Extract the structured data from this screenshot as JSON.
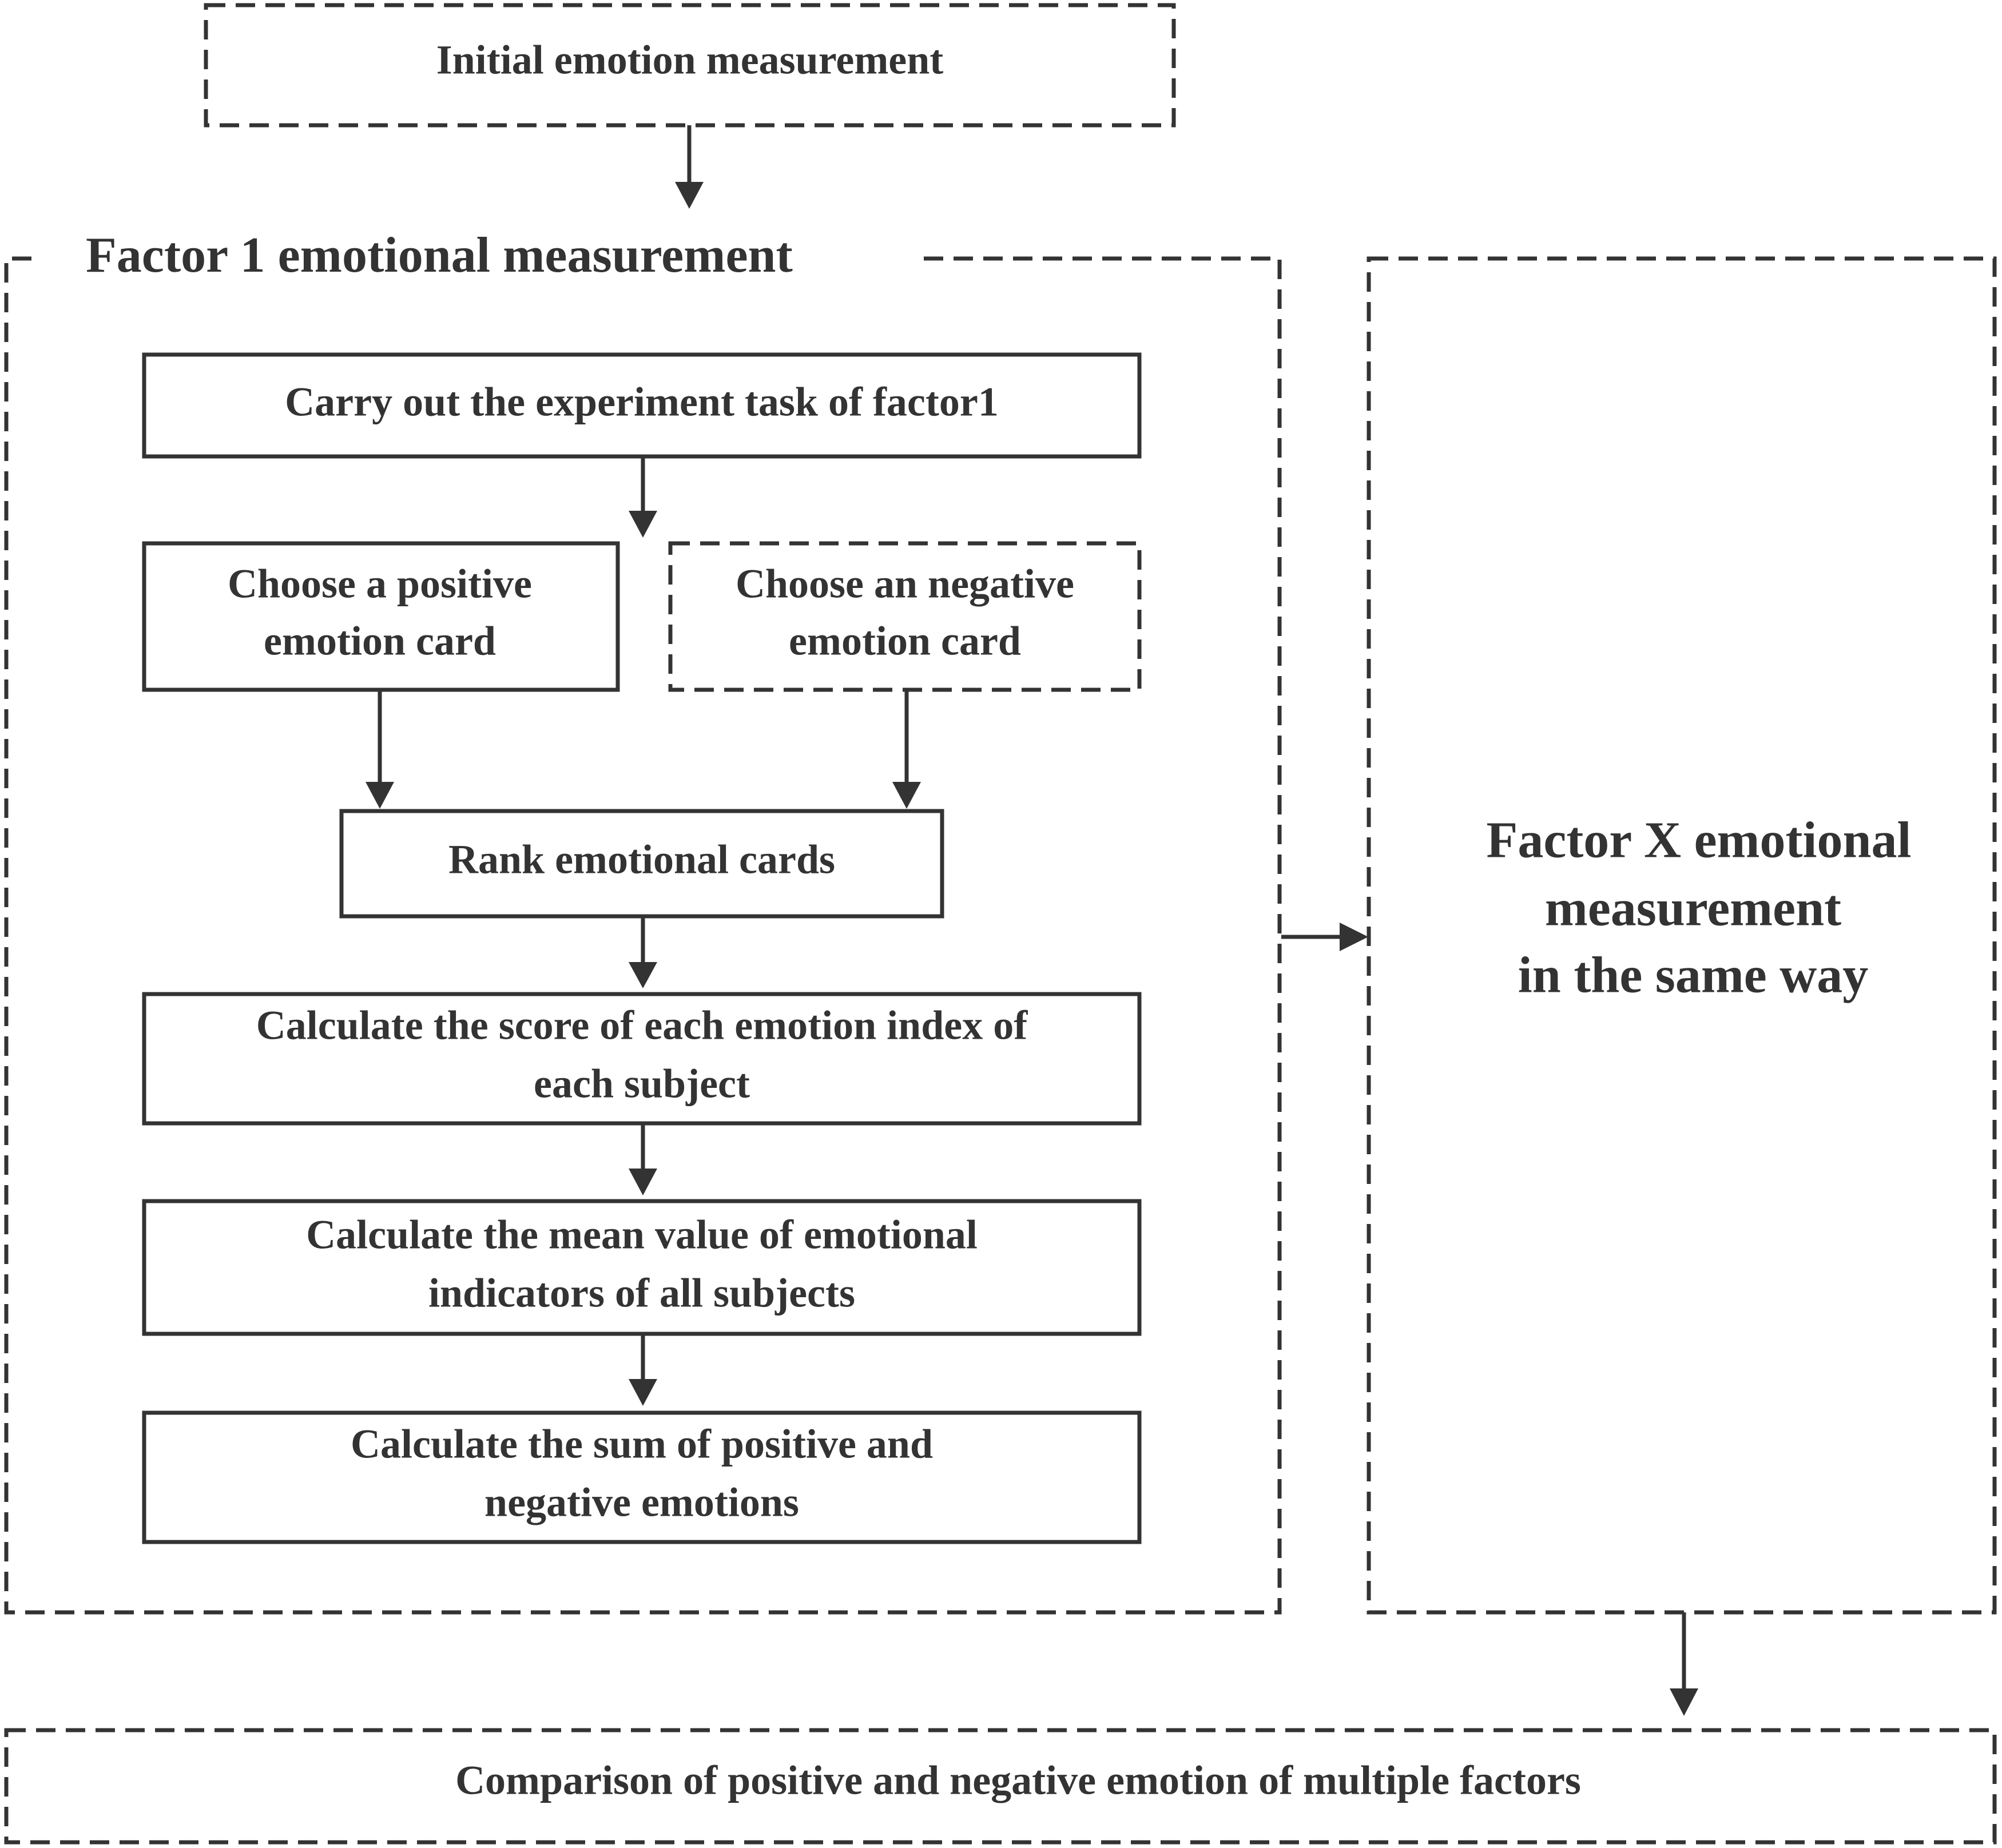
{
  "diagram": {
    "initial": {
      "label": "Initial emotion measurement"
    },
    "factor1_group": {
      "label": "Factor 1 emotional measurement"
    },
    "steps": {
      "carry_out": {
        "label": "Carry out the experiment task of factor1"
      },
      "positive_card": {
        "line1": "Choose a positive",
        "line2": "emotion card"
      },
      "negative_card": {
        "line1": "Choose an negative",
        "line2": "emotion card"
      },
      "rank": {
        "label": "Rank emotional cards"
      },
      "score": {
        "line1": "Calculate the score of each emotion index of",
        "line2": "each subject"
      },
      "mean": {
        "line1": "Calculate the mean value of emotional",
        "line2": "indicators of all subjects"
      },
      "sum": {
        "line1": "Calculate the sum of positive and",
        "line2": "negative emotions"
      }
    },
    "factorx_group": {
      "line1": "Factor X emotional",
      "line2": "measurement",
      "line3": "in the same way"
    },
    "comparison": {
      "label": "Comparison of positive and negative emotion of multiple factors"
    }
  }
}
